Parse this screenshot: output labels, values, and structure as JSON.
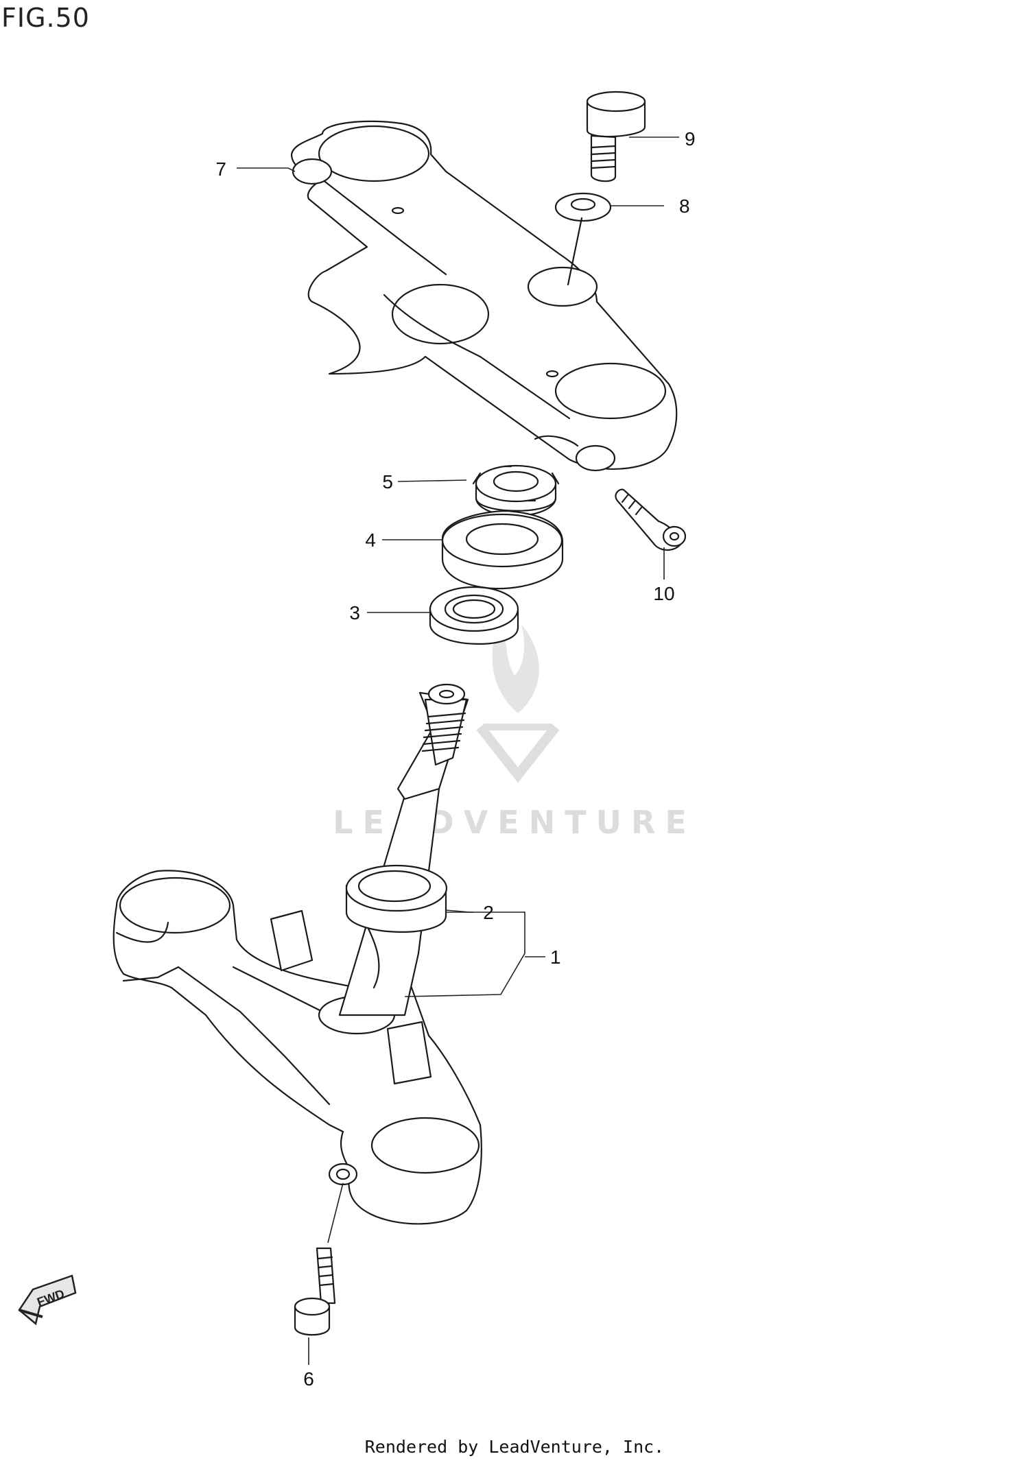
{
  "figure": {
    "title": "FIG.50"
  },
  "watermark": {
    "text": "LEADVENTURE"
  },
  "footer": {
    "text": "Rendered by LeadVenture, Inc."
  },
  "fwd_badge": {
    "text": "FWD"
  },
  "callouts": [
    {
      "id": "1",
      "label": "1"
    },
    {
      "id": "2",
      "label": "2"
    },
    {
      "id": "3",
      "label": "3"
    },
    {
      "id": "4",
      "label": "4"
    },
    {
      "id": "5",
      "label": "5"
    },
    {
      "id": "6",
      "label": "6"
    },
    {
      "id": "7",
      "label": "7"
    },
    {
      "id": "8",
      "label": "8"
    },
    {
      "id": "9",
      "label": "9"
    },
    {
      "id": "10",
      "label": "10"
    }
  ]
}
